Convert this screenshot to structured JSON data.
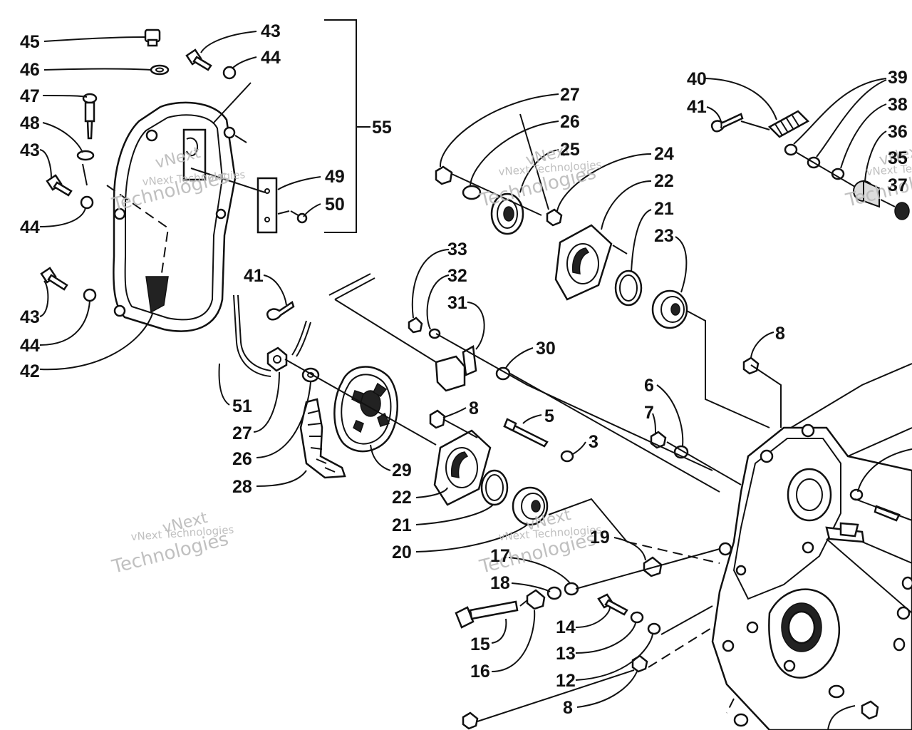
{
  "labels": [
    "45",
    "46",
    "47",
    "48",
    "43",
    "44",
    "43",
    "44",
    "43",
    "44",
    "42",
    "55",
    "49",
    "50",
    "41",
    "51",
    "27",
    "26",
    "28",
    "29",
    "22",
    "21",
    "20",
    "8",
    "5",
    "3",
    "33",
    "32",
    "31",
    "30",
    "27",
    "26",
    "25",
    "24",
    "22",
    "21",
    "23",
    "8",
    "6",
    "7",
    "19",
    "17",
    "18",
    "15",
    "16",
    "14",
    "13",
    "12",
    "8",
    "40",
    "41",
    "39",
    "38",
    "36",
    "35",
    "37"
  ],
  "watermarks": [
    "vNext",
    "vNext Technologies",
    "Technologies",
    "vNext",
    "vNext Technologies",
    "Technologies",
    "vNext",
    "vNext Technologies",
    "Technologies",
    "vNext",
    "vNext Technologies",
    "Technologies",
    "vNext",
    "vNext Technologies",
    "Technologies"
  ]
}
